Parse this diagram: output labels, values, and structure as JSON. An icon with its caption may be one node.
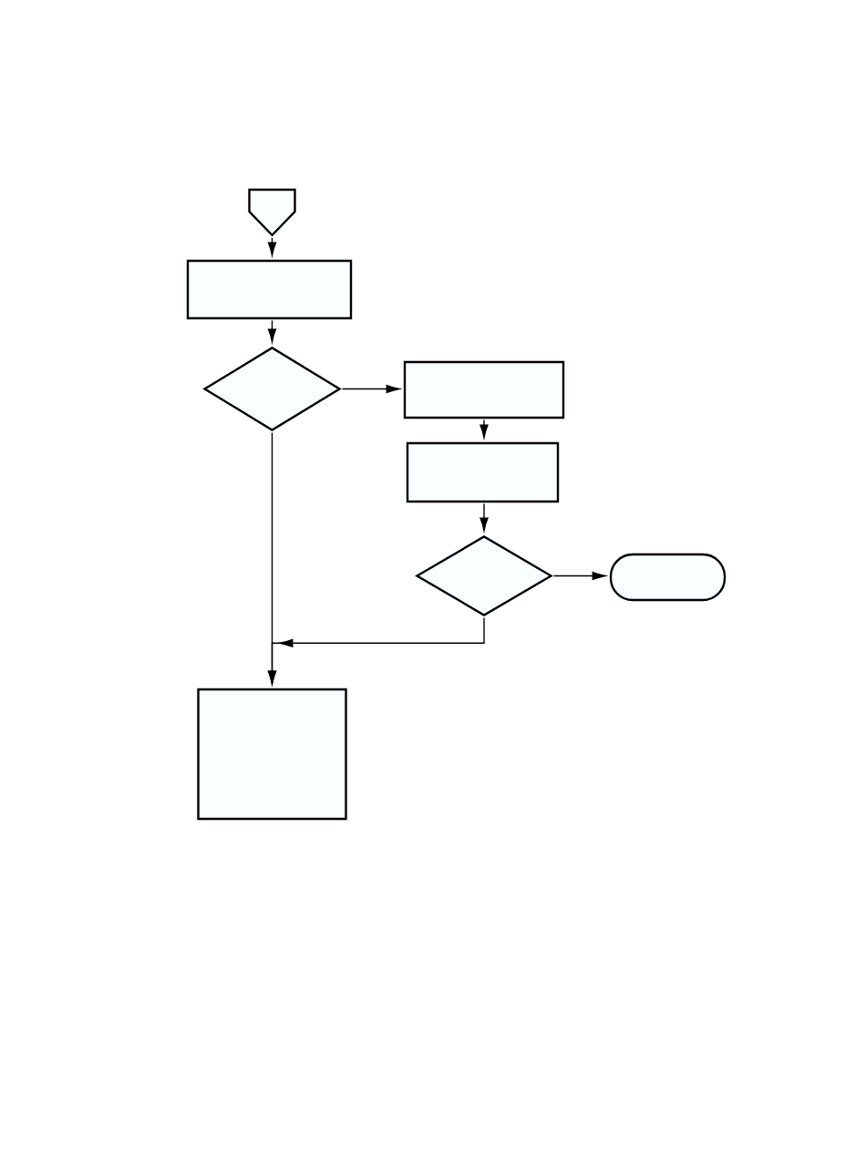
{
  "diagram": {
    "nodes": [
      {
        "text": [],
        "shape": "pentagon"
      },
      {
        "text": [],
        "shape": "box"
      },
      {
        "text": [],
        "shape": "diamond"
      },
      {
        "text": [],
        "shape": "box"
      },
      {
        "text": [],
        "shape": "box"
      },
      {
        "text": [],
        "shape": "diamond"
      },
      {
        "text": [],
        "shape": "pill"
      },
      {
        "text": [],
        "shape": "box"
      }
    ],
    "edges": [
      {
        "from": 0,
        "to": 1,
        "arrow": "to"
      },
      {
        "from": 1,
        "to": 2,
        "arrow": "to"
      },
      {
        "from": 2,
        "to": 3,
        "arrow": "to"
      },
      {
        "from": 3,
        "to": 4,
        "arrow": "to"
      },
      {
        "from": 4,
        "to": 5,
        "arrow": "to"
      },
      {
        "from": 5,
        "to": 6,
        "arrow": "to"
      },
      {
        "from": 2,
        "to": 7,
        "arrow": "to"
      },
      {
        "from": 5,
        "to": 7,
        "arrow": "to"
      }
    ]
  }
}
